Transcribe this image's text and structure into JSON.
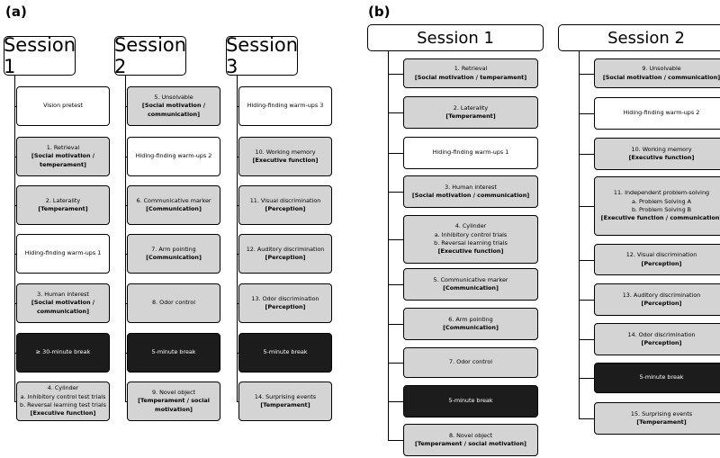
{
  "panel_a": {
    "label": "(a)",
    "sessions": [
      {
        "title": "Session 1",
        "items": [
          {
            "type": "white",
            "lines": [
              {
                "t": "Vision pretest"
              }
            ]
          },
          {
            "type": "gray",
            "lines": [
              {
                "t": "1. Retrieval"
              },
              {
                "t": "[Social motivation / temperament]",
                "b": true
              }
            ]
          },
          {
            "type": "gray",
            "lines": [
              {
                "t": "2. Laterality"
              },
              {
                "t": "[Temperament]",
                "b": true
              }
            ]
          },
          {
            "type": "white",
            "lines": [
              {
                "t": "Hiding-finding warm-ups 1"
              }
            ]
          },
          {
            "type": "gray",
            "lines": [
              {
                "t": "3. Human interest"
              },
              {
                "t": "[Social motivation /",
                "b": true
              },
              {
                "t": "communication]",
                "b": true
              }
            ]
          },
          {
            "type": "black",
            "lines": [
              {
                "t": "≥ 30-minute break"
              }
            ]
          },
          {
            "type": "gray",
            "lines": [
              {
                "t": "4. Cylinder"
              },
              {
                "t": "a. Inhibitory control test trials"
              },
              {
                "t": "b. Reversal learning test trials"
              },
              {
                "t": "[Executive function]",
                "b": true
              }
            ]
          }
        ]
      },
      {
        "title": "Session 2",
        "items": [
          {
            "type": "gray",
            "lines": [
              {
                "t": "5. Unsolvable"
              },
              {
                "t": "[Social motivation /",
                "b": true
              },
              {
                "t": "communication]",
                "b": true
              }
            ]
          },
          {
            "type": "white",
            "lines": [
              {
                "t": "Hiding-finding warm-ups 2"
              }
            ]
          },
          {
            "type": "gray",
            "lines": [
              {
                "t": "6. Communicative marker"
              },
              {
                "t": "[Communication]",
                "b": true
              }
            ]
          },
          {
            "type": "gray",
            "lines": [
              {
                "t": "7. Arm pointing"
              },
              {
                "t": "[Communication]",
                "b": true
              }
            ]
          },
          {
            "type": "gray",
            "lines": [
              {
                "t": "8. Odor control"
              }
            ]
          },
          {
            "type": "black",
            "lines": [
              {
                "t": "5-minute break"
              }
            ]
          },
          {
            "type": "gray",
            "lines": [
              {
                "t": "9. Novel object"
              },
              {
                "t": "[Temperament / social motivation]",
                "b": true
              }
            ]
          }
        ]
      },
      {
        "title": "Session 3",
        "items": [
          {
            "type": "white",
            "lines": [
              {
                "t": "Hiding-finding warm-ups 3"
              }
            ]
          },
          {
            "type": "gray",
            "lines": [
              {
                "t": "10. Working memory"
              },
              {
                "t": "[Executive function]",
                "b": true
              }
            ]
          },
          {
            "type": "gray",
            "lines": [
              {
                "t": "11. Visual discrimination"
              },
              {
                "t": "[Perception]",
                "b": true
              }
            ]
          },
          {
            "type": "gray",
            "lines": [
              {
                "t": "12. Auditory discrimination"
              },
              {
                "t": "[Perception]",
                "b": true
              }
            ]
          },
          {
            "type": "gray",
            "lines": [
              {
                "t": "13. Odor discrimination"
              },
              {
                "t": "[Perception]",
                "b": true
              }
            ]
          },
          {
            "type": "black",
            "lines": [
              {
                "t": "5-minute break"
              }
            ]
          },
          {
            "type": "gray",
            "lines": [
              {
                "t": "14. Surprising events"
              },
              {
                "t": "[Temperament]",
                "b": true
              }
            ]
          }
        ]
      }
    ]
  },
  "panel_b": {
    "label": "(b)",
    "sessions": [
      {
        "title": "Session 1",
        "items": [
          {
            "type": "gray",
            "lines": [
              {
                "t": "1. Retrieval"
              },
              {
                "t": "[Social motivation / temperament]",
                "b": true
              }
            ]
          },
          {
            "type": "gray",
            "lines": [
              {
                "t": "2. Laterality"
              },
              {
                "t": "[Temperament]",
                "b": true
              }
            ]
          },
          {
            "type": "white",
            "lines": [
              {
                "t": "Hiding-finding warm-ups 1"
              }
            ]
          },
          {
            "type": "gray",
            "lines": [
              {
                "t": "3. Human interest"
              },
              {
                "t": "[Social motivation / communication]",
                "b": true
              }
            ]
          },
          {
            "type": "gray",
            "lines": [
              {
                "t": "4. Cylinder"
              },
              {
                "t": "a. Inhibitory control trials"
              },
              {
                "t": "b. Reversal learning trials"
              },
              {
                "t": "[Executive function]",
                "b": true
              }
            ]
          },
          {
            "type": "gray",
            "lines": [
              {
                "t": "5. Communicative marker"
              },
              {
                "t": "[Communication]",
                "b": true
              }
            ]
          },
          {
            "type": "gray",
            "lines": [
              {
                "t": "6. Arm pointing"
              },
              {
                "t": "[Communication]",
                "b": true
              }
            ]
          },
          {
            "type": "gray",
            "lines": [
              {
                "t": "7. Odor control"
              }
            ]
          },
          {
            "type": "black",
            "lines": [
              {
                "t": "5-minute break"
              }
            ]
          },
          {
            "type": "gray",
            "lines": [
              {
                "t": "8. Novel object"
              },
              {
                "t": "[Temperament / social motivation]",
                "b": true
              }
            ]
          }
        ]
      },
      {
        "title": "Session 2",
        "items": [
          {
            "type": "gray",
            "lines": [
              {
                "t": "9. Unsolvable"
              },
              {
                "t": "[Social motivation / communication]",
                "b": true
              }
            ]
          },
          {
            "type": "white",
            "lines": [
              {
                "t": "Hiding-finding warm-ups 2"
              }
            ]
          },
          {
            "type": "gray",
            "lines": [
              {
                "t": "10. Working memory"
              },
              {
                "t": "[Executive function]",
                "b": true
              }
            ]
          },
          {
            "type": "gray",
            "lines": [
              {
                "t": "11. Independent problem-solving"
              },
              {
                "t": "a. Problem Solving A"
              },
              {
                "t": "b. Problem Solving B"
              },
              {
                "t": "[Executive function / communication]",
                "b": true
              }
            ]
          },
          {
            "type": "gray",
            "lines": [
              {
                "t": "12. Visual discrimination"
              },
              {
                "t": "[Perception]",
                "b": true
              }
            ]
          },
          {
            "type": "gray",
            "lines": [
              {
                "t": "13. Auditory discrimination"
              },
              {
                "t": "[Perception]",
                "b": true
              }
            ]
          },
          {
            "type": "gray",
            "lines": [
              {
                "t": "14. Odor discrimination"
              },
              {
                "t": "[Perception]",
                "b": true
              }
            ]
          },
          {
            "type": "black",
            "lines": [
              {
                "t": "5-minute break"
              }
            ]
          },
          {
            "type": "gray",
            "lines": [
              {
                "t": "15. Surprising events"
              },
              {
                "t": "[Temperament]",
                "b": true
              }
            ]
          }
        ]
      }
    ]
  }
}
